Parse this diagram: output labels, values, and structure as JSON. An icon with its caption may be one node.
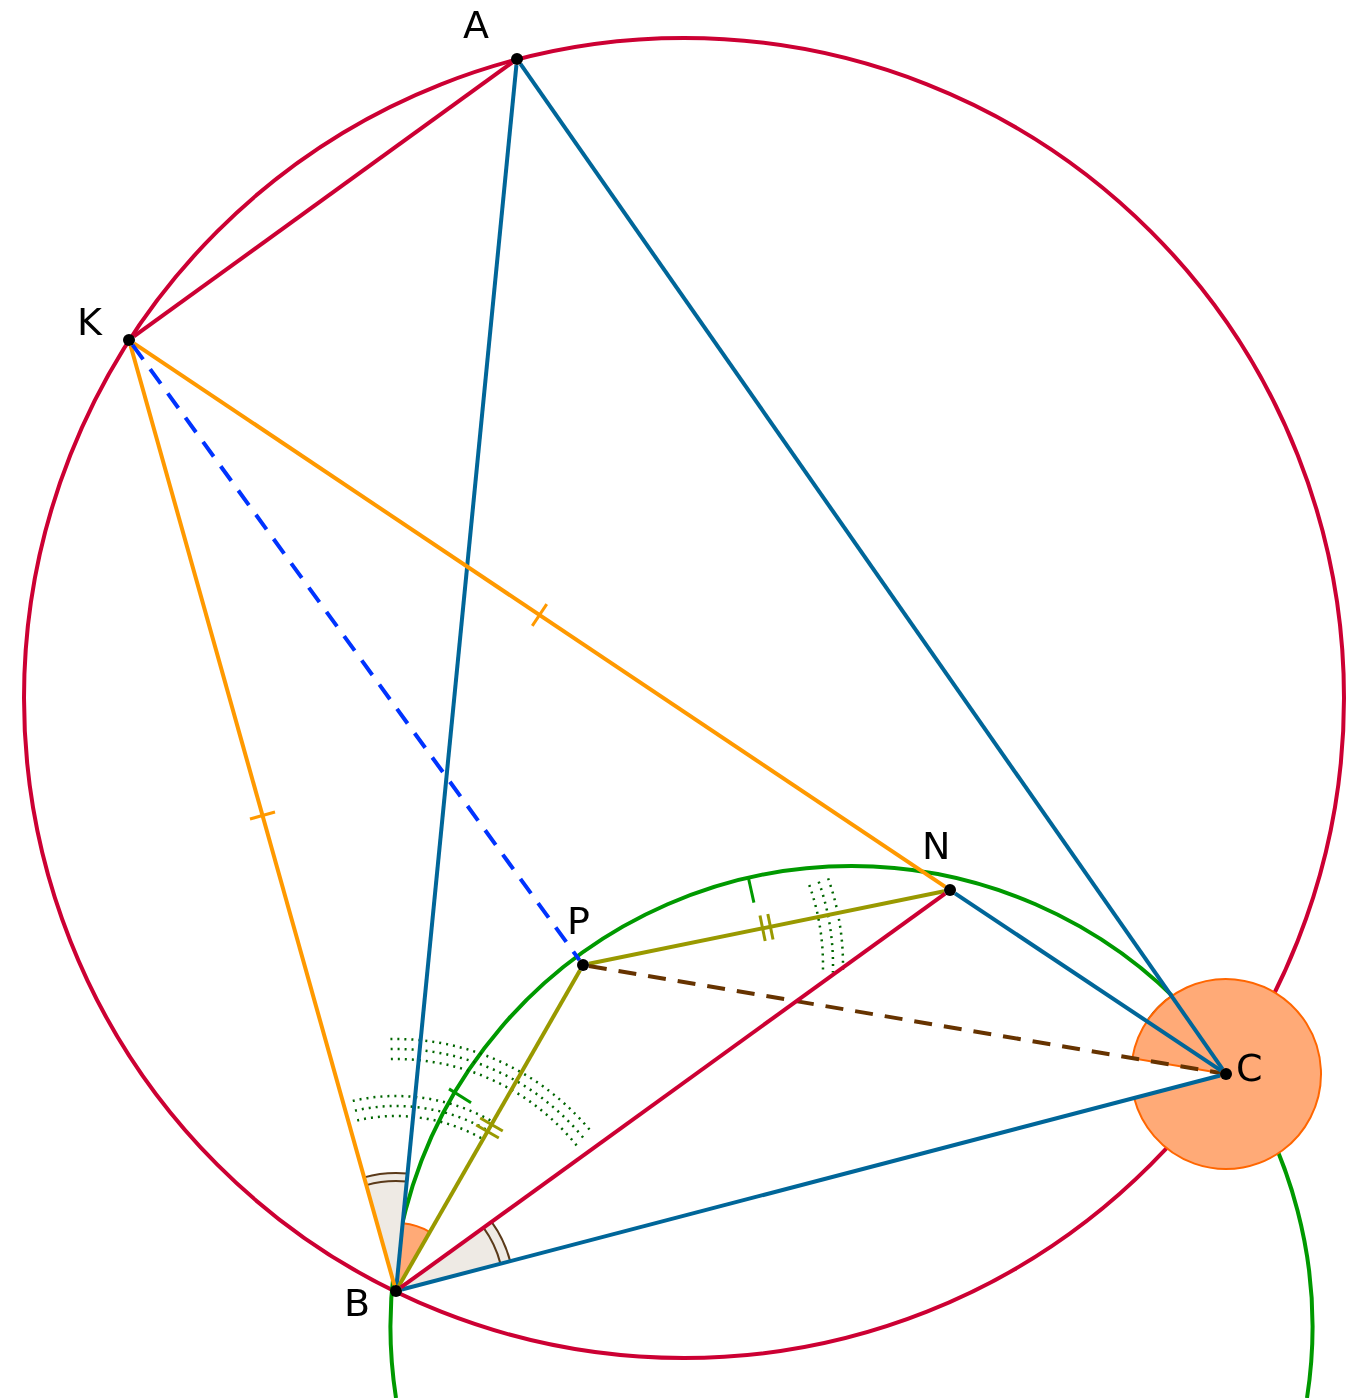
{
  "diagram": {
    "nodes": [
      {
        "text": [
          "A"
        ]
      },
      {
        "text": [
          "K"
        ]
      },
      {
        "text": [
          "N"
        ]
      },
      {
        "text": [
          "P"
        ]
      },
      {
        "text": [
          "C"
        ]
      },
      {
        "text": [
          "B"
        ]
      }
    ],
    "edges": [
      {
        "from": 1,
        "to": 0,
        "arrow": "none",
        "color": "#cc0033"
      },
      {
        "from": 0,
        "to": 5,
        "arrow": "none"
      },
      {
        "from": 0,
        "to": 4,
        "arrow": "none"
      },
      {
        "from": 1,
        "to": 2,
        "arrow": "none",
        "color": "#ff9900"
      },
      {
        "from": 1,
        "to": 5,
        "arrow": "none",
        "color": "#ff9900"
      },
      {
        "from": 1,
        "to": 3,
        "arrow": "none",
        "style": "dashed",
        "color": "#0033ff"
      },
      {
        "from": 3,
        "to": 2,
        "arrow": "none",
        "color": "#999900"
      },
      {
        "from": 5,
        "to": 3,
        "arrow": "none",
        "color": "#999900"
      },
      {
        "from": 3,
        "to": 4,
        "arrow": "none",
        "style": "dashed",
        "color": "#663300"
      },
      {
        "from": 2,
        "to": 4,
        "arrow": "none"
      },
      {
        "from": 5,
        "to": 4,
        "arrow": "none"
      },
      {
        "from": 5,
        "to": 2,
        "arrow": "none",
        "color": "#cc0033"
      }
    ]
  }
}
